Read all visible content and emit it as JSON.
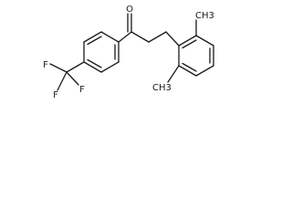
{
  "molecule": {
    "atoms": {
      "carbonyl_oxygen": "O",
      "fluorine_left": "F",
      "fluorine_right": "F",
      "fluorine_bottom": "F",
      "methyl_top": "CH3",
      "methyl_bottom": "CH3"
    }
  }
}
